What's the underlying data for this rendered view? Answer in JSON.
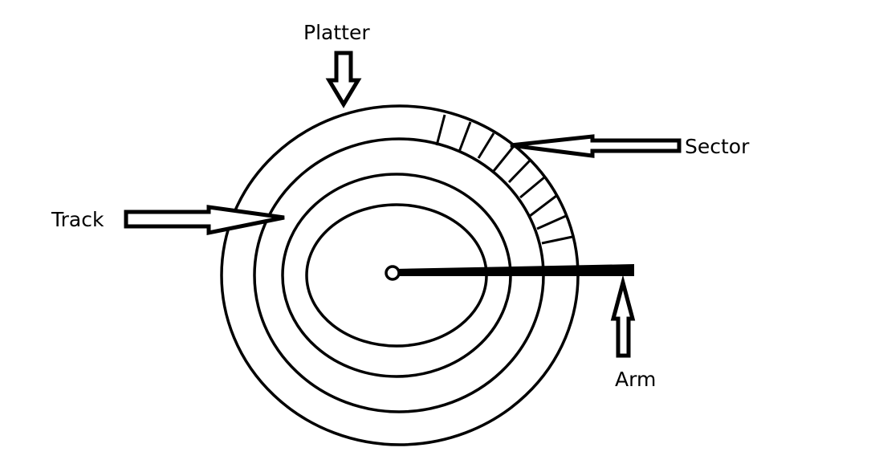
{
  "labels": {
    "platter": "Platter",
    "sector": "Sector",
    "track": "Track",
    "arm": "Arm"
  },
  "colors": {
    "ink": "#000000",
    "background": "#ffffff"
  }
}
